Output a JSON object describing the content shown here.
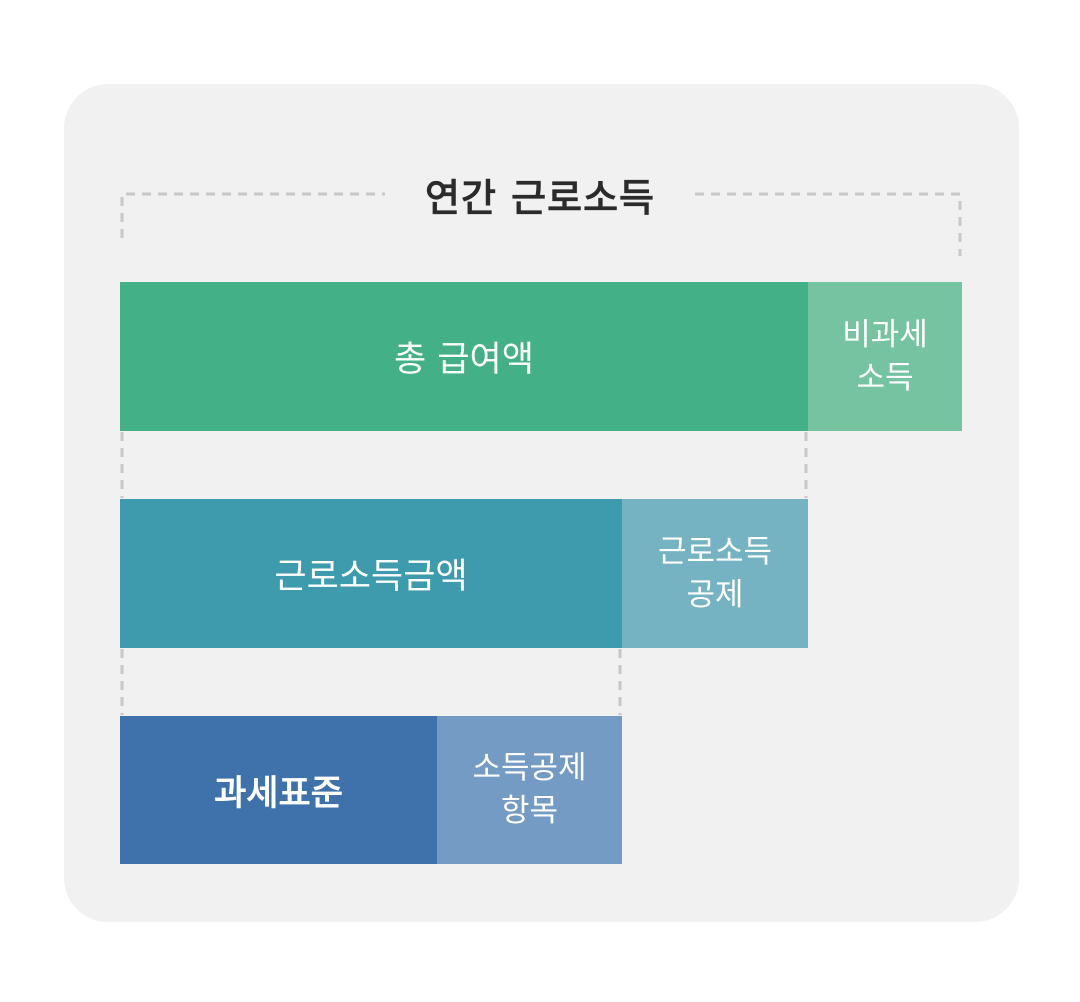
{
  "title": "연간 근로소득",
  "rows": [
    {
      "main": {
        "label": "총 급여액",
        "color": "#43b087"
      },
      "side": {
        "lines": [
          "비과세",
          "소득"
        ],
        "color": "#75c3a1"
      }
    },
    {
      "main": {
        "label": "근로소득금액",
        "color": "#3e9aad"
      },
      "side": {
        "lines": [
          "근로소득",
          "공제"
        ],
        "color": "#75b3c2"
      }
    },
    {
      "main": {
        "label": "과세표준",
        "color": "#3f72ab"
      },
      "side": {
        "lines": [
          "소득공제",
          "항목"
        ],
        "color": "#739bc4"
      }
    }
  ],
  "colors": {
    "card_background": "#f1f1f1",
    "guide_line": "#c8c8c8",
    "title_text": "#2b2b2b",
    "block_text": "#ffffff"
  }
}
